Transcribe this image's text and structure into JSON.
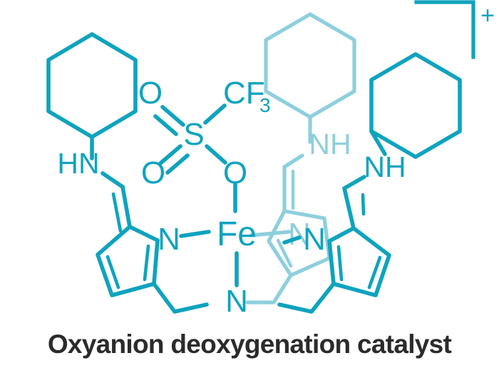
{
  "caption": {
    "text": "Oxyanion deoxygenation catalyst"
  },
  "colors": {
    "bond_front": "#0FA3BE",
    "bond_back": "#8ECFDD",
    "caption_text": "#2b2b2b",
    "background": "#ffffff"
  },
  "chart_data": {
    "type": "diagram",
    "title": "Oxyanion deoxygenation catalyst",
    "subtype": "chemical-structure-skeletal",
    "description": "Cationic iron tris(pyrrolyl-imine) tripodal complex with a bound triflate ligand",
    "charge": "+",
    "metal_center": "Fe",
    "ligands": [
      "triflate (CF3SO3-)",
      "tris(2-(N-cyclohexyliminomethyl)pyrrol-1-yl)methylamine tripod"
    ]
  },
  "labels": {
    "metal": "Fe",
    "nitrogen": "N",
    "oxygen": "O",
    "sulfur": "S",
    "amine_left": "HN",
    "amine_right": "NH",
    "amine_back": "NH",
    "trifluoromethyl": "CF",
    "trifluoromethyl_subscript": "3",
    "charge": "+"
  },
  "atoms": {
    "fe": "Fe",
    "n_pyrrole_left": "N",
    "n_pyrrole_right": "N",
    "n_pyrrole_back": "N",
    "n_apical": "N",
    "o_sulfonyl_upper": "O",
    "o_sulfonyl_lower": "O",
    "o_bridging": "O",
    "s_center": "S"
  }
}
